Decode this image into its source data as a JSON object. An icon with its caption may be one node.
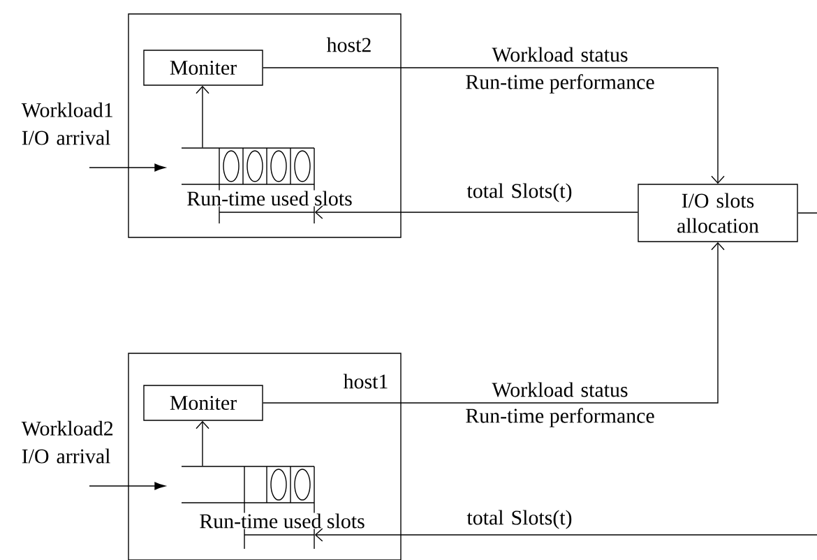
{
  "diagram": {
    "nodes": [
      {
        "text": [
          "host2"
        ]
      },
      {
        "text": [
          "Moniter"
        ],
        "in": 0
      },
      {
        "text": [
          "Run-time used slots"
        ],
        "in": 0
      },
      {
        "text": [
          "I/O slots allocation"
        ]
      },
      {
        "text": [
          "host1"
        ]
      },
      {
        "text": [
          "Moniter"
        ],
        "in": 4
      },
      {
        "text": [
          "Run-time used slots"
        ],
        "in": 4
      }
    ],
    "edges": [
      {
        "from": null,
        "to": 2,
        "arrow": "to",
        "label": "Workload1 I/O arrival"
      },
      {
        "from": 2,
        "to": 1,
        "arrow": "to"
      },
      {
        "from": 1,
        "to": 3,
        "arrow": "to",
        "label": "Workload status"
      },
      {
        "from": 3,
        "to": 2,
        "arrow": "to",
        "label": "total Slots(t)"
      },
      {
        "from": null,
        "to": 6,
        "arrow": "to",
        "label": "Workload2 I/O arrival"
      },
      {
        "from": 6,
        "to": 5,
        "arrow": "to"
      },
      {
        "from": 5,
        "to": 3,
        "arrow": "to",
        "label": "Workload status"
      },
      {
        "from": 3,
        "to": 6,
        "arrow": "to",
        "label": "total Slots(t)"
      }
    ],
    "labels": [
      "Run-time performance",
      "Run-time performance"
    ]
  }
}
